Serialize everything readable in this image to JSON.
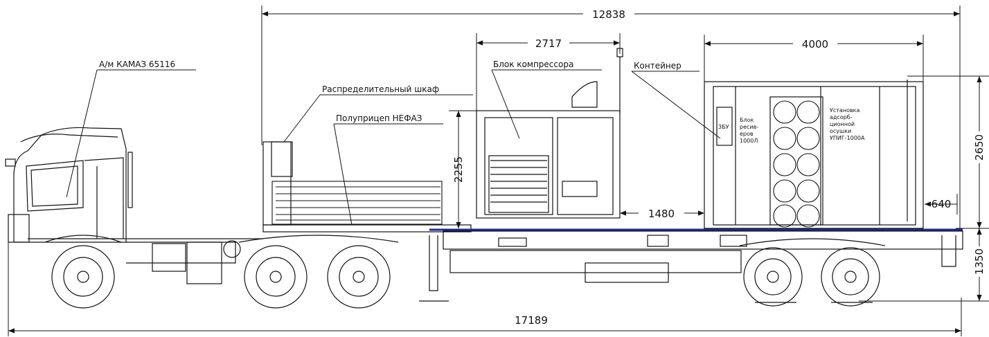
{
  "dimensions": {
    "overall_length": "17189",
    "trailer_length": "12838",
    "compressor_width": "2717",
    "container_width": "4000",
    "height_2255": "2255",
    "height_2650": "2650",
    "gap_1480": "1480",
    "dim_640": "640",
    "dim_1350": "1350"
  },
  "labels": {
    "truck": "А/м КАМАЗ 65116",
    "cabinet": "Распределительный шкаф",
    "semitrailer": "Полуприцеп НЕФАЗ",
    "compressor": "Блок компрессора",
    "container": "Контейнер",
    "zbu": "ЗБУ",
    "receivers": [
      "Блок",
      "ресив-",
      "еров",
      "1000Л"
    ],
    "dryer": [
      "Установка",
      "адсорб-",
      "ционной",
      "осушки",
      "УПИГ-1000А"
    ]
  },
  "colors": {
    "line": "#1a1a1a",
    "frame_accent": "#1f2a8c"
  }
}
